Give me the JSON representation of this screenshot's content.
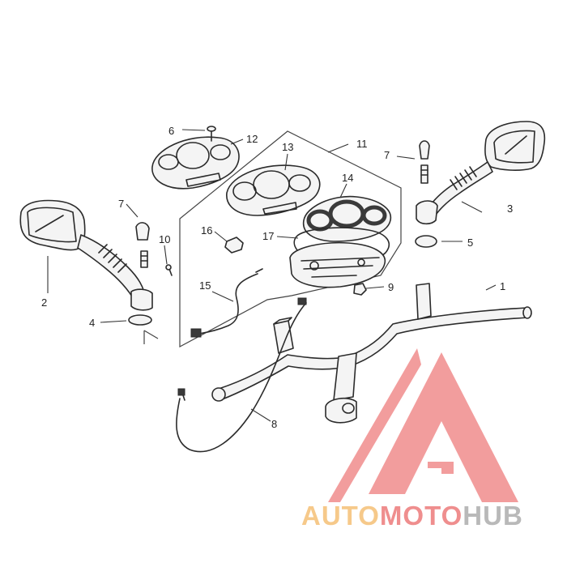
{
  "callouts": {
    "c1": "1",
    "c2": "2",
    "c3": "3",
    "c4": "4",
    "c5": "5",
    "c6": "6",
    "c7a": "7",
    "c7b": "7",
    "c8": "8",
    "c9": "9",
    "c10": "10",
    "c11": "11",
    "c12": "12",
    "c13": "13",
    "c14": "14",
    "c15": "15",
    "c16": "16",
    "c17": "17"
  },
  "watermark": {
    "auto": "AUTO",
    "moto": "MOTO",
    "hub": "HUB",
    "colors": {
      "auto": "#f6c98a",
      "moto": "#ef8e8e",
      "hub": "#b9b9b9",
      "triangle": "#f08c8c"
    }
  }
}
